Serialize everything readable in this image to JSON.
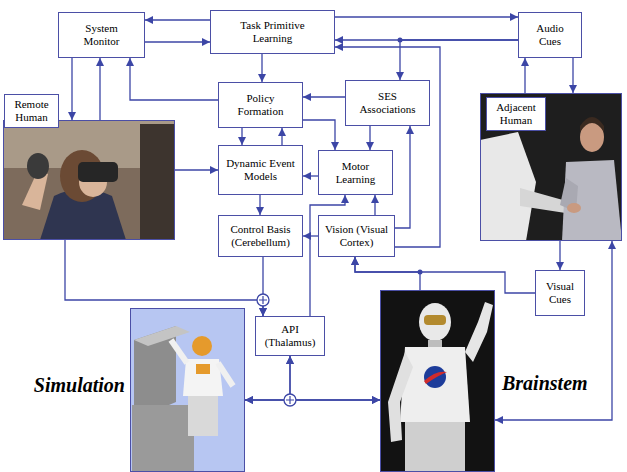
{
  "diagram": {
    "nodes": [
      {
        "text": [
          "System Monitor"
        ]
      },
      {
        "text": [
          "Task Primitive Learning"
        ]
      },
      {
        "text": [
          "Audio Cues"
        ]
      },
      {
        "text": [
          "Remote Human"
        ]
      },
      {
        "text": [
          "Policy Formation"
        ]
      },
      {
        "text": [
          "SES Associations"
        ]
      },
      {
        "text": [
          "Adjacent Human"
        ]
      },
      {
        "text": [
          "Dynamic Event Models"
        ]
      },
      {
        "text": [
          "Motor Learning"
        ]
      },
      {
        "text": [
          "Control Basis (Cerebellum)"
        ]
      },
      {
        "text": [
          "Vision (Visual Cortex)"
        ]
      },
      {
        "text": [
          "Visual Cues"
        ]
      },
      {
        "text": [
          "API (Thalamus)"
        ]
      },
      {
        "text": [
          "Simulation"
        ]
      },
      {
        "text": [
          "Brainstem"
        ]
      }
    ],
    "edges": [
      {
        "from": 1,
        "to": 0,
        "arrow": "to"
      },
      {
        "from": 0,
        "to": 1,
        "arrow": "to"
      },
      {
        "from": 1,
        "to": 2,
        "arrow": "to"
      },
      {
        "from": 2,
        "to": 1,
        "arrow": "to"
      },
      {
        "from": 2,
        "to": 5,
        "arrow": "to"
      },
      {
        "from": 1,
        "to": 4,
        "arrow": "to"
      },
      {
        "from": 5,
        "to": 4,
        "arrow": "to"
      },
      {
        "from": 5,
        "to": 8,
        "arrow": "to"
      },
      {
        "from": 4,
        "to": 7,
        "arrow": "to"
      },
      {
        "from": 7,
        "to": 4,
        "arrow": "to"
      },
      {
        "from": 4,
        "to": 8,
        "arrow": "to"
      },
      {
        "from": 4,
        "to": 0,
        "arrow": "to"
      },
      {
        "from": 0,
        "to": 3,
        "arrow": "to"
      },
      {
        "from": 3,
        "to": 0,
        "arrow": "to"
      },
      {
        "from": 3,
        "to": 7,
        "arrow": "to"
      },
      {
        "from": 8,
        "to": 7,
        "arrow": "to"
      },
      {
        "from": 7,
        "to": 9,
        "arrow": "to"
      },
      {
        "from": 10,
        "to": 9,
        "arrow": "to"
      },
      {
        "from": 10,
        "to": 8,
        "arrow": "to"
      },
      {
        "from": 12,
        "to": 8,
        "arrow": "to"
      },
      {
        "from": 9,
        "to": 12,
        "arrow": "to"
      },
      {
        "from": 3,
        "to": 12,
        "arrow": "to"
      },
      {
        "from": 12,
        "to": 13,
        "arrow": "both"
      },
      {
        "from": 12,
        "to": 14,
        "arrow": "both"
      },
      {
        "from": 13,
        "to": 14,
        "arrow": "both"
      },
      {
        "from": 14,
        "to": 10,
        "arrow": "to"
      },
      {
        "from": 11,
        "to": 10,
        "arrow": "to"
      },
      {
        "from": 10,
        "to": 5,
        "arrow": "to"
      },
      {
        "from": 10,
        "to": 1,
        "arrow": "to"
      },
      {
        "from": 6,
        "to": 2,
        "arrow": "to"
      },
      {
        "from": 2,
        "to": 6,
        "arrow": "to"
      },
      {
        "from": 6,
        "to": 11,
        "arrow": "to"
      },
      {
        "from": 14,
        "to": 6,
        "arrow": "both"
      }
    ]
  }
}
